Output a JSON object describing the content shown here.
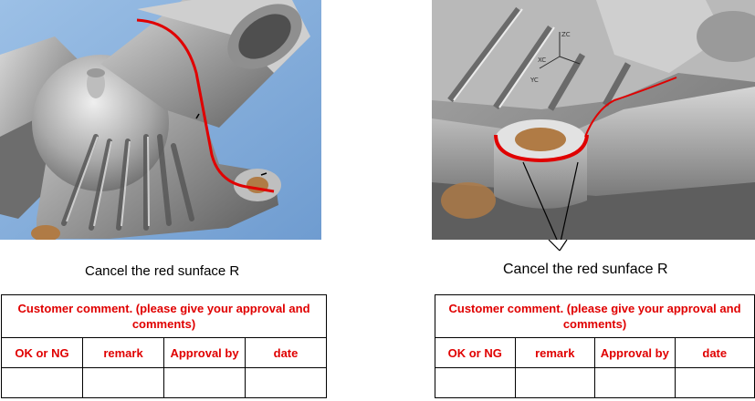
{
  "left": {
    "image_alt": "Casting part with red surface R highlighted",
    "caption": "Cancel the red sunface R",
    "table": {
      "title": "Customer comment. (please give your approval and comments)",
      "headers": [
        "OK or NG",
        "remark",
        "Approval by",
        "date"
      ]
    }
  },
  "right": {
    "image_alt": "Close-up of mounting boss with red surface R highlighted",
    "caption": "Cancel the red sunface R",
    "axis_labels": [
      "ZC",
      "XC",
      "YC"
    ],
    "table": {
      "title": "Customer comment. (please give your approval and comments)",
      "headers": [
        "OK or NG",
        "remark",
        "Approval by",
        "date"
      ]
    }
  },
  "colors": {
    "highlight": "#e00000",
    "text": "#000000",
    "left_bg": "#7fa9d6",
    "right_bg": "#6e7a8e"
  }
}
